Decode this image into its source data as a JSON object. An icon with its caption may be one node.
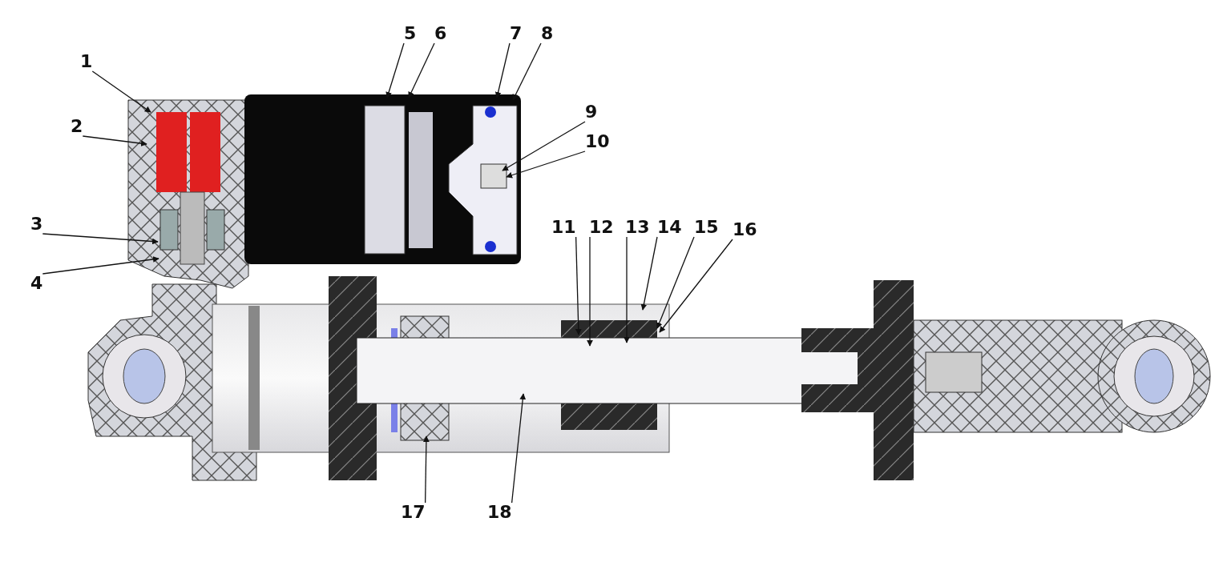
{
  "diagram": {
    "nodes": [
      {
        "text": [
          "1"
        ]
      },
      {
        "text": [
          "2"
        ]
      },
      {
        "text": [
          "3"
        ]
      },
      {
        "text": [
          "4"
        ]
      },
      {
        "text": [
          "5"
        ]
      },
      {
        "text": [
          "6"
        ]
      },
      {
        "text": [
          "7"
        ]
      },
      {
        "text": [
          "8"
        ]
      },
      {
        "text": [
          "9"
        ]
      },
      {
        "text": [
          "10"
        ]
      },
      {
        "text": [
          "11"
        ]
      },
      {
        "text": [
          "12"
        ]
      },
      {
        "text": [
          "13"
        ]
      },
      {
        "text": [
          "14"
        ]
      },
      {
        "text": [
          "15"
        ]
      },
      {
        "text": [
          "16"
        ]
      },
      {
        "text": [
          "17"
        ]
      },
      {
        "text": [
          "18"
        ]
      }
    ],
    "edges": [
      {
        "from": 0,
        "to": null,
        "arrow": "to"
      },
      {
        "from": 1,
        "to": null,
        "arrow": "to"
      },
      {
        "from": 2,
        "to": null,
        "arrow": "to"
      },
      {
        "from": 3,
        "to": null,
        "arrow": "to"
      },
      {
        "from": 4,
        "to": null,
        "arrow": "to"
      },
      {
        "from": 5,
        "to": null,
        "arrow": "to"
      },
      {
        "from": 6,
        "to": null,
        "arrow": "to"
      },
      {
        "from": 7,
        "to": null,
        "arrow": "to"
      },
      {
        "from": 8,
        "to": null,
        "arrow": "to"
      },
      {
        "from": 9,
        "to": null,
        "arrow": "to"
      },
      {
        "from": 10,
        "to": null,
        "arrow": "to"
      },
      {
        "from": 11,
        "to": null,
        "arrow": "to"
      },
      {
        "from": 12,
        "to": null,
        "arrow": "to"
      },
      {
        "from": 13,
        "to": null,
        "arrow": "to"
      },
      {
        "from": 14,
        "to": null,
        "arrow": "to"
      },
      {
        "from": 15,
        "to": null,
        "arrow": "to"
      },
      {
        "from": 16,
        "to": null,
        "arrow": "to"
      },
      {
        "from": 17,
        "to": null,
        "arrow": "to"
      }
    ]
  }
}
